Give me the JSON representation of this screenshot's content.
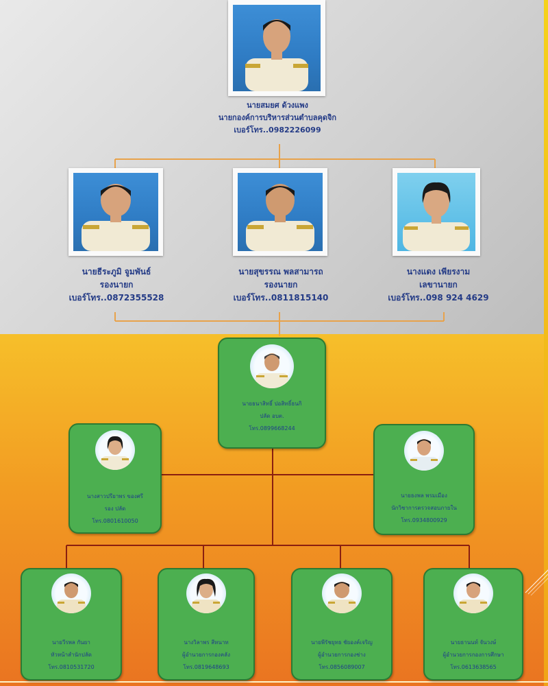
{
  "top_level": {
    "name": "นายสมยศ ด้วงแพง",
    "title": "นายกองค์การบริหารส่วนตำบลคุดจิก",
    "phone": "เบอร์โทร..0982226099"
  },
  "second_level": [
    {
      "name": "นายธีระภูมิ จูมพันธ์",
      "title": "รองนายก",
      "phone": "เบอร์โทร..0872355528"
    },
    {
      "name": "นายสุขรรณ พลสามารถ",
      "title": "รองนายก",
      "phone": "เบอร์โทร..0811815140"
    },
    {
      "name": "นางแดง เพียรงาม",
      "title": "เลขานายก",
      "phone": "เบอร์โทร..098 924 4629"
    }
  ],
  "staff_head": {
    "name": "นายธนาสิทธิ์ ปอสิทธิ์ธนกิ",
    "title": "ปลัด อบต.",
    "phone": "โทร.0899668244"
  },
  "staff_mid": [
    {
      "name": "นางสาวปรียาพร ของศรี",
      "title": "รอง ปลัด",
      "phone": "โทร.0801610050"
    },
    {
      "name": "นายธงพล พรมเมือง",
      "title": "นักวิชาการตรวจสอบภายใน",
      "phone": "โทร.0934800929"
    }
  ],
  "staff_bottom": [
    {
      "name": "นายวีรพล กันยา",
      "title": "หัวหน้าสำนักปลัด",
      "phone": "โทร.0810531720"
    },
    {
      "name": "นางวิลาพร สีหนาท",
      "title": "ผู้อำนวยการกองคลัง",
      "phone": "โทร.0819648693"
    },
    {
      "name": "นายพีรัชยุทธ ชัยองค์เจริญ",
      "title": "ผู้อำนวยการกองช่าง",
      "phone": "โทร.0856089007"
    },
    {
      "name": "นายธานนท์ จันวงษ์",
      "title": "ผู้อำนวยการกองการศึกษา",
      "phone": "โทร.0613638565"
    }
  ],
  "colors": {
    "connector_top": "#e8a24a",
    "connector_bottom": "#8a1f10",
    "card_fill": "#4caf50",
    "caption_text": "#243b86"
  }
}
